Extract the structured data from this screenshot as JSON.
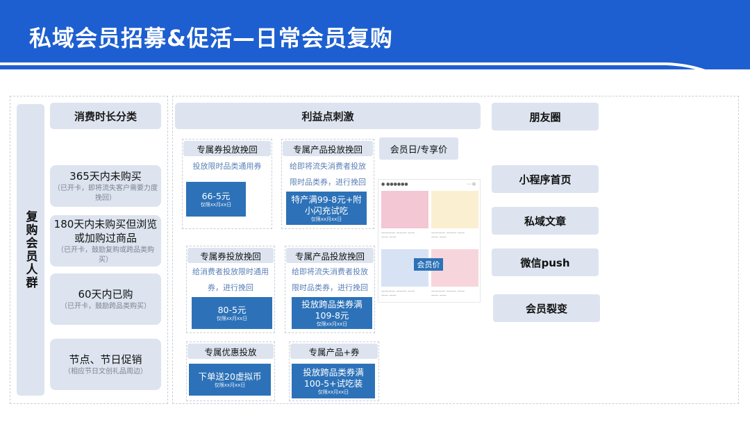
{
  "header": {
    "title": "私域会员招募&促活—日常会员复购"
  },
  "colors": {
    "brand_blue": "#1d5fd0",
    "accent_blue": "#2d72b8",
    "pill_bg": "#dde4ef"
  },
  "left": {
    "group_label": "复购会员人群",
    "category_title": "消费时长分类",
    "segments": [
      {
        "title": "365天内未购买",
        "note": "（已开卡，即将流失客户需要力度挽回）"
      },
      {
        "title": "180天内未购买但浏览或加购过商品",
        "note": "（已开卡，鼓励复购或跨品类购买）"
      },
      {
        "title": "60天内已购",
        "note": "（已开卡，鼓励跨品类购买）"
      },
      {
        "title": "节点、节日促销",
        "note": "（相应节日文创礼品周边）"
      }
    ]
  },
  "middle": {
    "title": "利益点刺激",
    "member_day": "会员日/专享价",
    "member_price": "会员价",
    "cards": [
      {
        "head": "专属券投放挽回",
        "desc": "投放限时品类通用券",
        "coupon": "66-5元",
        "sub": "仅限xx月xx日"
      },
      {
        "head": "专属产品投放挽回",
        "desc": "给即将流失消费者投放限时品类券，进行挽回",
        "coupon": "特产满99-8元+附小闪充试吃",
        "sub": "仅限xx月xx日"
      },
      {
        "head": "专属券投放挽回",
        "desc": "给消费者投放限时通用券，进行挽回",
        "coupon": "80-5元",
        "sub": "仅限xx月xx日"
      },
      {
        "head": "专属产品投放挽回",
        "desc": "给即将流失消费者投放限时品类券，进行挽回",
        "coupon": "投放跨品类券满109-8元",
        "sub": "仅限xx月xx日"
      },
      {
        "head": "专属优惠投放",
        "desc": "",
        "coupon": "下单送20虚拟币",
        "sub": "仅限xx月xx日"
      },
      {
        "head": "专属产品+券",
        "desc": "",
        "coupon": "投放跨品类券满100-5+试吃装",
        "sub": "仅限xx月xx日"
      }
    ]
  },
  "right": {
    "title": "朋友圈",
    "channels": [
      "小程序首页",
      "私域文章",
      "微信push",
      "会员裂变"
    ]
  }
}
